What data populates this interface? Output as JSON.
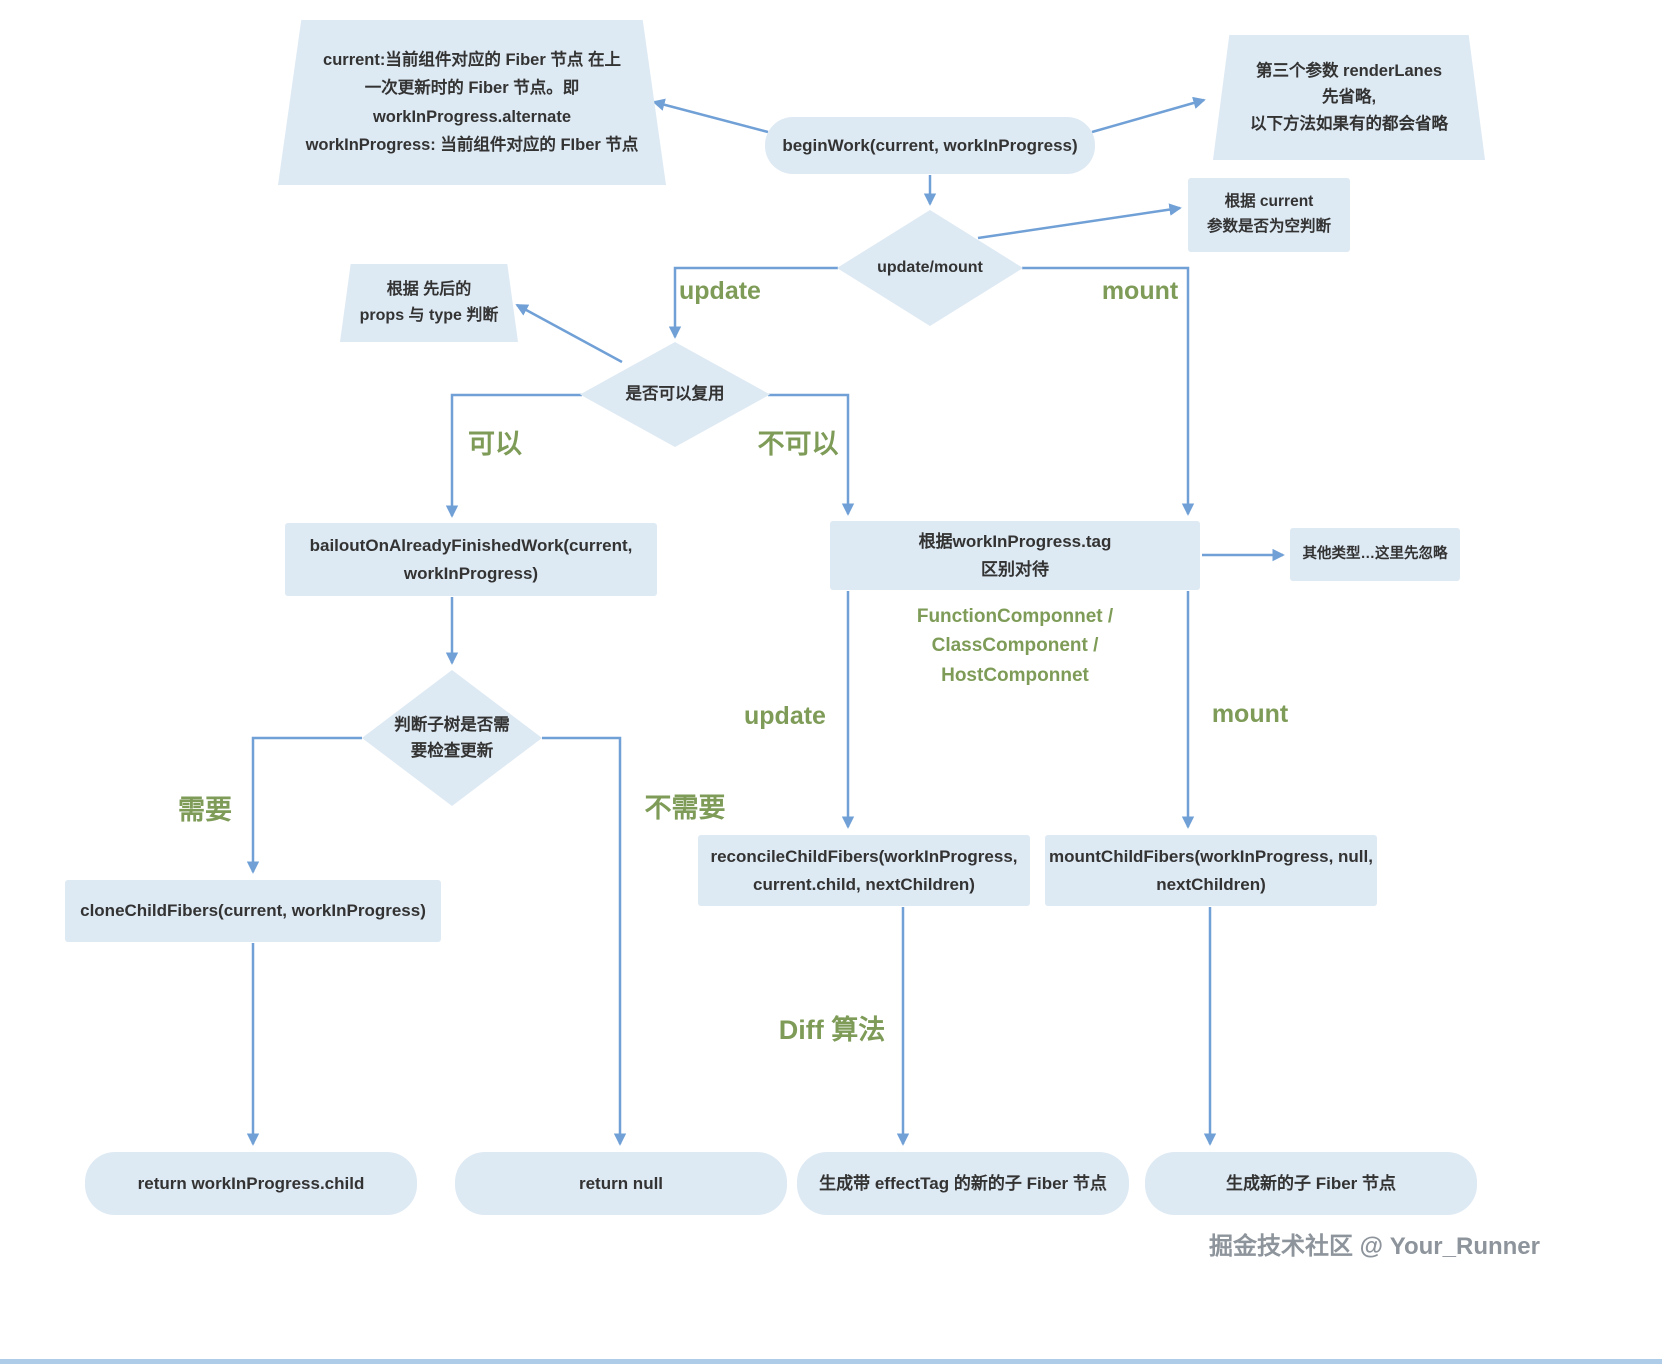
{
  "nodes": {
    "note_current": "current:当前组件对应的 Fiber 节点 在上\n一次更新时的 Fiber 节点。即\nworkInProgress.alternate\nworkInProgress: 当前组件对应的 FIber 节点",
    "note_render_lanes": "第三个参数 renderLanes\n先省略,\n以下方法如果有的都会省略",
    "begin_work": "beginWork(current, workInProgress)",
    "note_current_empty": "根据 current\n参数是否为空判断",
    "decision_update_mount": "update/mount",
    "note_props_type": "根据 先后的\nprops 与 type 判断",
    "decision_reuse": "是否可以复用",
    "bailout": "bailoutOnAlreadyFinishedWork(current,\nworkInProgress)",
    "tag_switch": "根据workInProgress.tag\n区别对待",
    "other_types": "其他类型…这里先忽略",
    "decision_subtree": "判断子树是否需\n要检查更新",
    "clone_child_fibers": "cloneChildFibers(current, workInProgress)",
    "reconcile_child_fibers": "reconcileChildFibers(workInProgress,\ncurrent.child, nextChildren)",
    "mount_child_fibers": "mountChildFibers(workInProgress, null,\nnextChildren)",
    "return_child": "return workInProgress.child",
    "return_null": "return null",
    "new_fiber_effect_tag": "生成带 effectTag 的新的子 Fiber 节点",
    "new_fiber": "生成新的子 Fiber 节点"
  },
  "labels": {
    "update_top": "update",
    "mount_top": "mount",
    "can": "可以",
    "cannot": "不可以",
    "components": "FunctionComponnet /\nClassComponent /\nHostComponnet",
    "update_mid": "update",
    "mount_mid": "mount",
    "need": "需要",
    "no_need": "不需要",
    "diff": "Diff 算法"
  },
  "watermark": "掘金技术社区 @ Your_Runner",
  "colors": {
    "node_fill": "#dde9f3",
    "arrow": "#70a0d6",
    "accent_green": "#7e9c58",
    "text": "#333333",
    "watermark": "#8d949b"
  }
}
